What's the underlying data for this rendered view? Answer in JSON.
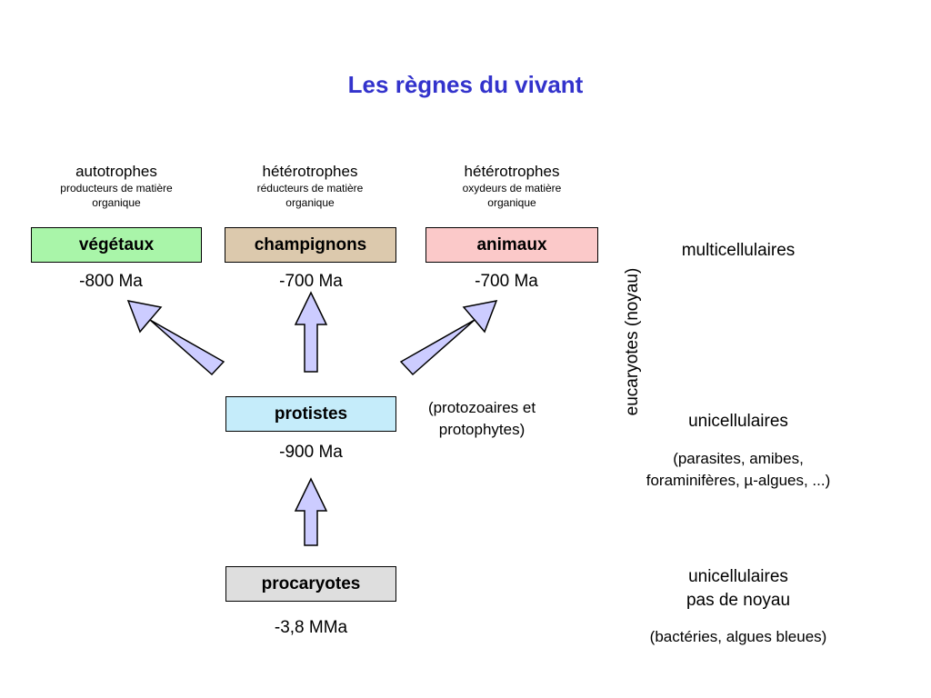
{
  "title": "Les règnes du vivant",
  "captions": {
    "vegetaux": {
      "main": "autotrophes",
      "sub1": "producteurs de matière",
      "sub2": "organique"
    },
    "champignons": {
      "main": "hétérotrophes",
      "sub1": "réducteurs de matière",
      "sub2": "organique"
    },
    "animaux": {
      "main": "hétérotrophes",
      "sub1": "oxydeurs de matière",
      "sub2": "organique"
    }
  },
  "boxes": {
    "vegetaux": {
      "label": "végétaux",
      "color": "#a9f5a9"
    },
    "champignons": {
      "label": "champignons",
      "color": "#dcc9ad"
    },
    "animaux": {
      "label": "animaux",
      "color": "#fbc9c9"
    },
    "protistes": {
      "label": "protistes",
      "color": "#c5ecfa"
    },
    "procaryotes": {
      "label": "procaryotes",
      "color": "#dedede"
    }
  },
  "ages": {
    "vegetaux": "-800 Ma",
    "champignons": "-700 Ma",
    "animaux": "-700 Ma",
    "protistes": "-900 Ma",
    "procaryotes": "-3,8 MMa"
  },
  "protistes_note": {
    "line1": "(protozoaires et",
    "line2": "protophytes)"
  },
  "side": {
    "vertical": "eucaryotes (noyau)",
    "multi": "multicellulaires",
    "uni1": "unicellulaires",
    "uni1_note1": "(parasites, amibes,",
    "uni1_note2": "foraminifères, µ-algues, ...)",
    "uni2_line1": "unicellulaires",
    "uni2_line2": "pas de noyau",
    "uni2_note": "(bactéries, algues bleues)"
  },
  "arrow_color": "#ccccff"
}
